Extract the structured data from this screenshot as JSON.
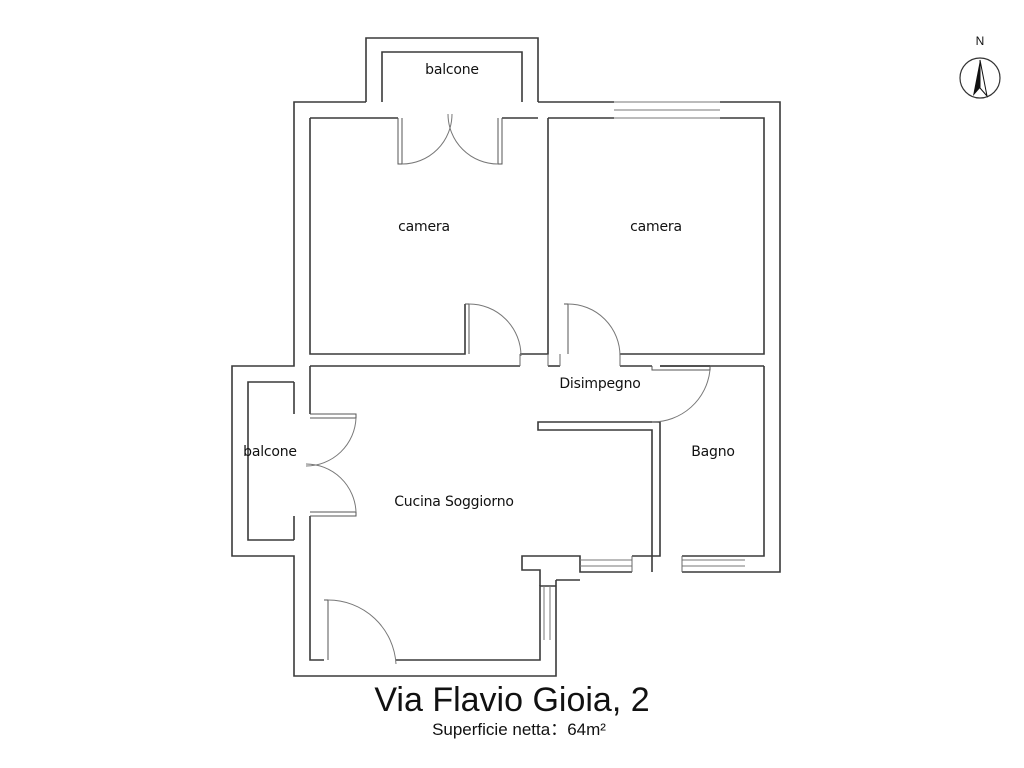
{
  "plan": {
    "compass": {
      "north_label": "N"
    },
    "rooms": [
      {
        "id": "balcone-top",
        "label": "balcone"
      },
      {
        "id": "camera-left",
        "label": "camera"
      },
      {
        "id": "camera-right",
        "label": "camera"
      },
      {
        "id": "disimpegno",
        "label": "Disimpegno"
      },
      {
        "id": "balcone-left",
        "label": "balcone"
      },
      {
        "id": "bagno",
        "label": "Bagno"
      },
      {
        "id": "cucina-soggiorno",
        "label": "Cucina Soggiorno"
      }
    ]
  },
  "footer": {
    "address": "Via Flavio Gioia, 2",
    "area_label": "Superficie netta：",
    "area_value": "64m²"
  }
}
